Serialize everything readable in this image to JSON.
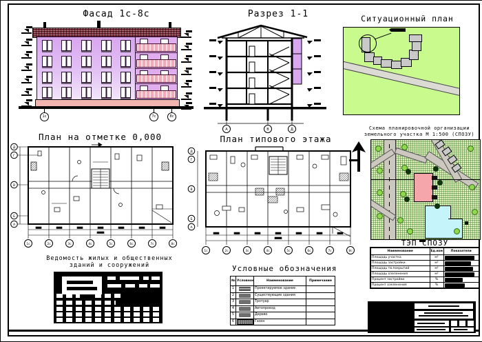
{
  "titles": {
    "facade": "Фасад 1с-8с",
    "section": "Разрез 1-1",
    "sit_plan": "Ситуационный план",
    "ground_plan": "План на отметке 0,000",
    "typical_plan": "План типового этажа",
    "spozu_line1": "Схема планировочной организации",
    "spozu_line2": "земельного участка М 1:500 (СПОЗУ)",
    "tep": "ТЭП СПОЗУ",
    "vedomost_line1": "Ведомость жилых и общественных",
    "vedomost_line2": "зданий и сооружений",
    "legend": "Условные обозначения"
  },
  "facade": {
    "axes": [
      "1с",
      "7с",
      "8с"
    ]
  },
  "section": {
    "axes": [
      "А",
      "В",
      "Д"
    ]
  },
  "ground_plan": {
    "axes_bottom": [
      "1с",
      "2с",
      "3с",
      "4с",
      "5с",
      "6с",
      "7с",
      "8с"
    ],
    "axes_left": [
      "Д",
      "Г",
      "В",
      "Б",
      "А"
    ]
  },
  "typical_plan": {
    "axes_bottom": [
      "1с",
      "2с",
      "3с",
      "4с",
      "5с",
      "6с",
      "7с",
      "8с"
    ],
    "axes_left": [
      "Д",
      "Г",
      "В",
      "Б",
      "А"
    ]
  },
  "tep_table": {
    "headers": [
      "Наименование",
      "Ед.изм",
      "Показатели"
    ],
    "rows": [
      {
        "name": "Площадь участка",
        "unit": "м²"
      },
      {
        "name": "Площадь застройки",
        "unit": "м²"
      },
      {
        "name": "Площадь тв.покрытий",
        "unit": "м²"
      },
      {
        "name": "Площадь озеленения",
        "unit": "м²"
      },
      {
        "name": "Процент застройки",
        "unit": "%"
      },
      {
        "name": "Процент озеленения",
        "unit": "%"
      }
    ]
  },
  "legend_table": {
    "headers": {
      "num": "№",
      "symbol": "Условное обозначение",
      "name": "Наименование",
      "note": "Примечание"
    },
    "rows": [
      {
        "num": "1",
        "name": "Проектируемое здание"
      },
      {
        "num": "2",
        "name": "Существующие здания"
      },
      {
        "num": "3",
        "name": "Тротуар"
      },
      {
        "num": "4",
        "name": "Автопроезд"
      },
      {
        "num": "5",
        "name": "Дерево"
      },
      {
        "num": "6",
        "name": "Газон"
      }
    ]
  },
  "colors": {
    "roof": "#7c1d2e",
    "facade_violet": "#d8a6ee",
    "facade_pink": "#f1abb8",
    "base": "#f2b4ae",
    "section_violet": "#d9a7ee",
    "sit_green": "#c8fa8e",
    "spozu_green": "#e3f0c2",
    "tree": "#8ed94e",
    "road": "#ccc8c0",
    "spozu_building": "#f4a6aa",
    "water": "#c6f4fb"
  }
}
